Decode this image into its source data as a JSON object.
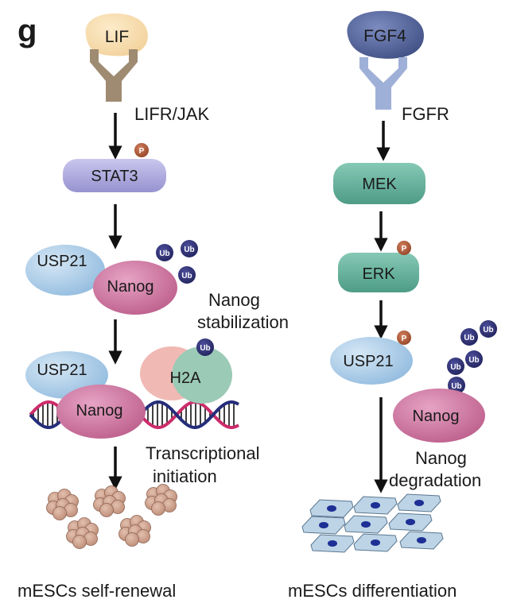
{
  "panel_letter": "g",
  "left": {
    "ligand": "LIF",
    "receptor": "LIFR/JAK",
    "stat": "STAT3",
    "usp": "USP21",
    "nanog": "Nanog",
    "stabilization": [
      "Nanog",
      "stabilization"
    ],
    "h2a": "H2A",
    "usp2": "USP21",
    "nanog2": "Nanog",
    "transcription": [
      "Transcriptional",
      "initiation"
    ],
    "outcome": "mESCs self-renewal"
  },
  "right": {
    "ligand": "FGF4",
    "receptor": "FGFR",
    "mek": "MEK",
    "erk": "ERK",
    "usp": "USP21",
    "nanog": "Nanog",
    "degradation": [
      "Nanog",
      "degradation"
    ],
    "outcome": "mESCs differentiation"
  },
  "badges": {
    "ub": "Ub",
    "p": "P"
  },
  "colors": {
    "lif": "#f6ddb0",
    "lifr": "#9e8b72",
    "fgf4": "#4a5a8f",
    "fgfr": "#9fb0d8",
    "stat3": "#aaa6dc",
    "usp21": "#a9cbe7",
    "nanog": "#cc6e9a",
    "h2a_pink": "#f1b9b4",
    "h2a_teal": "#9bcab6",
    "mek": "#5dab96",
    "ub": "#2b2c6e",
    "p": "#a75634",
    "dna_red": "#cc2c6a",
    "dna_blue": "#252d7a",
    "colony": "#cc9e86",
    "cell": "#bdd4e6",
    "nucleus": "#1e2f95"
  }
}
